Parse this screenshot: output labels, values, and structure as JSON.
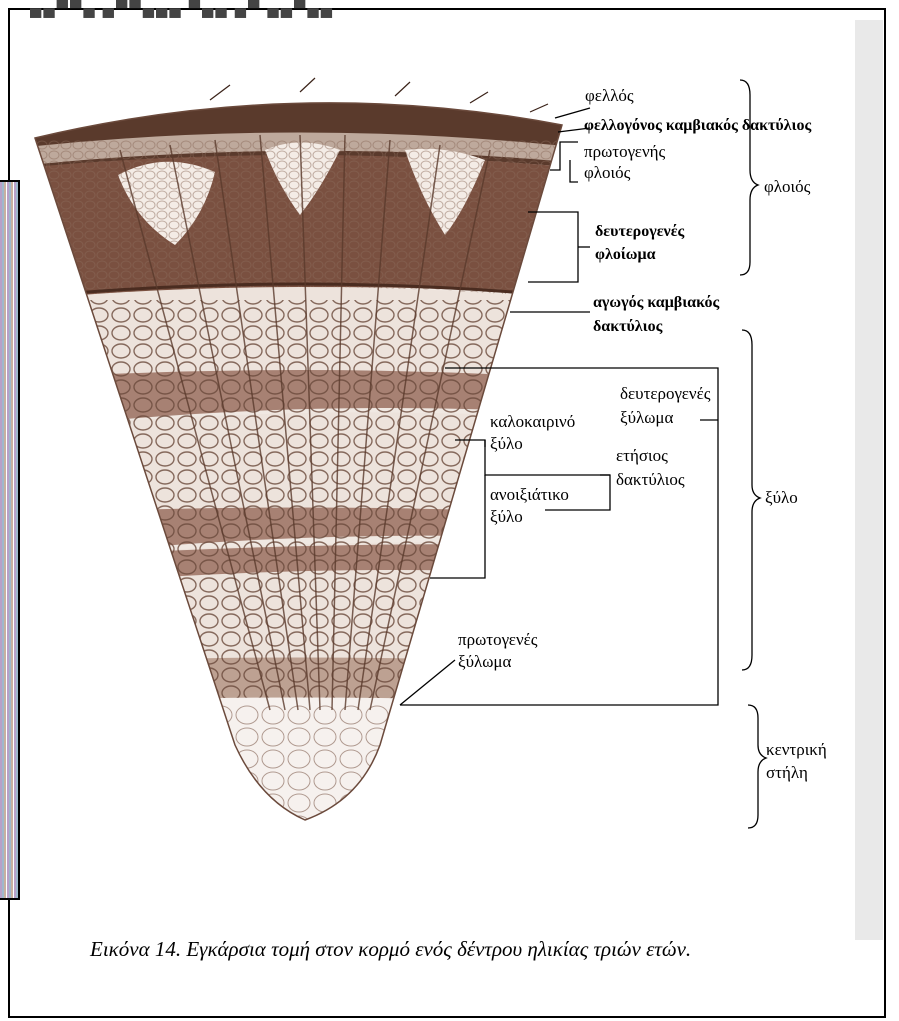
{
  "labels": {
    "fellos": "φελλός",
    "fellogonos": "φελλογόνος καμβιακός δακτύλιος",
    "protogenis": "πρωτογενής",
    "floios_inner": "φλοιός",
    "floios": "φλοιός",
    "deuterogenes_floioma_1": "δευτερογενές",
    "deuterogenes_floioma_2": "φλοίωμα",
    "agogos_1": "αγωγός καμβιακός",
    "agogos_2": "δακτύλιος",
    "deuterogenes_xyloma_1": "δευτερογενές",
    "deuterogenes_xyloma_2": "ξύλωμα",
    "kalokairino_1": "καλοκαιρινό",
    "kalokairino_2": "ξύλο",
    "etisios_1": "ετήσιος",
    "etisios_2": "δακτύλιος",
    "anoixiatiko_1": "ανοιξιάτικο",
    "anoixiatiko_2": "ξύλο",
    "xylo": "ξύλο",
    "protogenes_xyloma_1": "πρωτογενές",
    "protogenes_xyloma_2": "ξύλωμα",
    "kentriki_1": "κεντρική",
    "kentriki_2": "στήλη"
  },
  "caption": "Εικόνα 14. Εγκάρσια τομή στον κορμό ενός δέντρου ηλικίας τριών ετών.",
  "colors": {
    "bark_dark": "#5a3a2c",
    "bark": "#7a5040",
    "wood_dark": "#8a6050",
    "wood_light": "#efe6e0",
    "pith": "#f6f1ee",
    "line": "#000000"
  }
}
